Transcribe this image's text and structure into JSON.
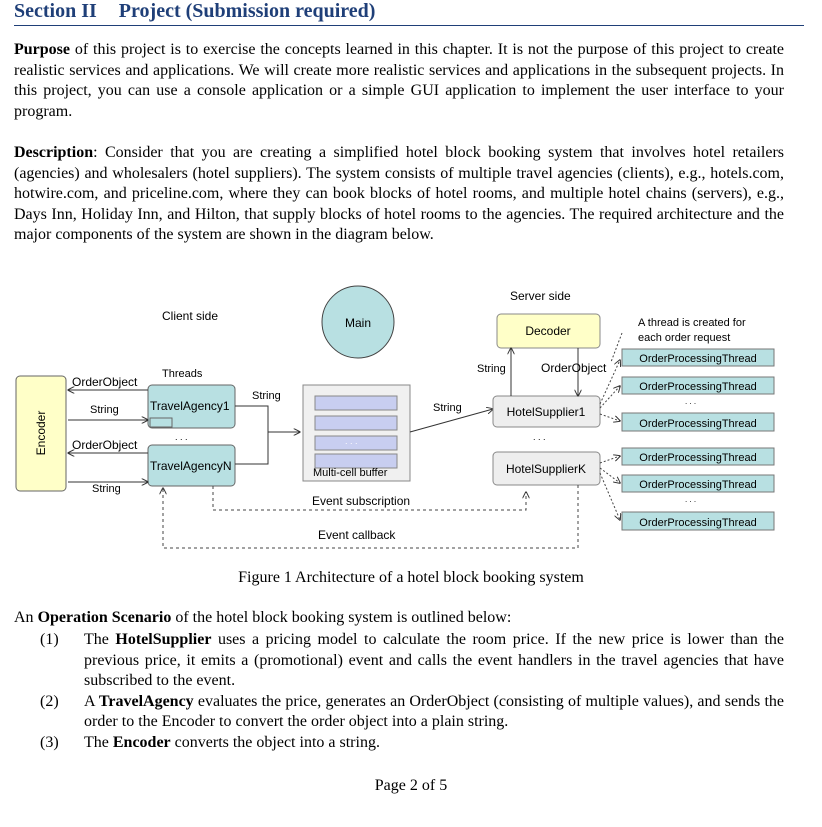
{
  "heading": {
    "section": "Section II",
    "title": "Project (Submission required)"
  },
  "purpose": {
    "label": "Purpose",
    "text": " of this project is to exercise the concepts learned in this chapter. It is not the purpose of this project to create realistic services and applications. We will create more realistic services and applications in the subsequent projects. In this project, you can use a console application or a simple GUI application to implement the user interface to your program."
  },
  "description": {
    "label": "Description",
    "text": ": Consider that you are creating a simplified hotel block booking system that involves hotel retailers (agencies) and wholesalers (hotel suppliers). The system consists of multiple travel agencies (clients), e.g., hotels.com, hotwire.com, and priceline.com, where they can book blocks of hotel rooms, and multiple hotel chains (servers), e.g., Days Inn, Holiday Inn, and Hilton, that supply blocks of hotel rooms to the agencies. The required architecture and the major components of the system are shown in the diagram below."
  },
  "diagram": {
    "client_side": "Client side",
    "server_side": "Server side",
    "main": "Main",
    "decoder": "Decoder",
    "thread_note_1": "A thread is created for",
    "thread_note_2": "each order request",
    "threads": "Threads",
    "encoder": "Encoder",
    "order_object_1": "OrderObject",
    "string_1": "String",
    "order_object_2": "OrderObject",
    "string_2": "String",
    "travel_agency_1": "TravelAgency1",
    "travel_agency_n": "TravelAgencyN",
    "string_top": "String",
    "buffer_label": "Multi-cell buffer",
    "string_mid": "String",
    "string_decoder": "String",
    "order_object_decoder": "OrderObject",
    "hotel_supplier_1": "HotelSupplier1",
    "hotel_supplier_k": "HotelSupplierK",
    "event_subscription": "Event subscription",
    "event_callback": "Event callback",
    "order_thread": "OrderProcessingThread",
    "ellipsis": ". . ."
  },
  "caption": "Figure 1 Architecture of a hotel block booking system",
  "scenario": {
    "intro_pre": "An ",
    "intro_bold": "Operation Scenario",
    "intro_post": " of the hotel block booking system is outlined below:",
    "items": [
      {
        "num": "(1)",
        "pre": "The ",
        "bold": "HotelSupplier",
        "post": " uses a pricing model to calculate the room price. If the new price is lower than the previous price, it emits a (promotional) event and calls the event handlers in the travel agencies that have subscribed to the event."
      },
      {
        "num": "(2)",
        "pre": "A ",
        "bold": "TravelAgency",
        "post": " evaluates the price, generates an OrderObject (consisting of multiple values), and sends the order to the Encoder to convert the order object into a plain string."
      },
      {
        "num": "(3)",
        "pre": "The ",
        "bold": "Encoder",
        "post": " converts the object into a string."
      }
    ]
  },
  "page": "Page 2 of 5",
  "colors": {
    "heading": "#1f3f78",
    "yellow_box": "#ffffc8",
    "teal_box": "#b8e0e2",
    "buffer_cell": "#c8cef0",
    "gray_box": "#eeeeee"
  }
}
